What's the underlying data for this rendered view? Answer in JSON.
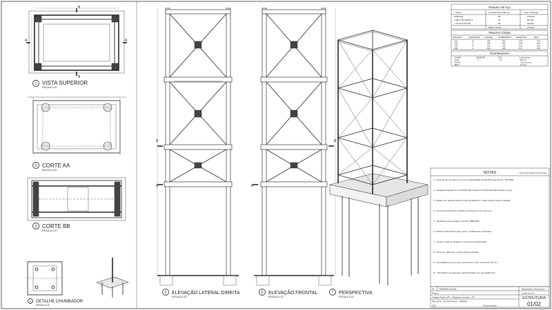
{
  "views": {
    "plan": {
      "title": "VISTA SUPERIOR",
      "number": "1",
      "scale": "ESCALA 1:20"
    },
    "corte_aa": {
      "title": "CORTE AA",
      "number": "2",
      "scale": "ESCALA 1:20"
    },
    "corte_bb": {
      "title": "CORTE BB",
      "number": "3",
      "scale": "ESCALA 1:20"
    },
    "chumbador": {
      "title": "DETALHE CHUMBADOR",
      "number": "4",
      "scale": "ESCALA 1:5"
    },
    "lateral": {
      "title": "ELEVAÇÃO LATERAL DIREITA",
      "number": "5",
      "scale": "ESCALA 1:20"
    },
    "frontal": {
      "title": "ELEVAÇÃO FRONTAL",
      "number": "6",
      "scale": "ESCALA 1:20"
    },
    "perspectiva": {
      "title": "PERSPECTIVA",
      "number": "7",
      "scale": "ESCALA 1:20"
    }
  },
  "section_marks": {
    "a": "A",
    "b": "B"
  },
  "tables": {
    "aco": {
      "title": "Resumo de Aço",
      "headers": [
        "Seção",
        "Comprimento Total (m)",
        "Peso Total (kg)"
      ],
      "rows": [
        [
          "W200X22",
          "66",
          "1320,00"
        ],
        [
          "TUBO 100X100X6,3",
          "44",
          "804,89"
        ],
        [
          "L 76,2X76,2X6,35",
          "86",
          "618,08"
        ]
      ],
      "total_label": "PESO TOTAL",
      "total_value": "2742,97"
    },
    "parafusos": {
      "title": "Resumo Chapa",
      "headers": [
        "PARAFUSO",
        "QUANTIDADE",
        "LARGURA",
        "COMPRIMENTO",
        "ESPESSURA",
        "PESO"
      ],
      "rows": [
        [
          "CH1",
          "16",
          "200",
          "200",
          "6,35",
          "31,9"
        ],
        [
          "CH2",
          "8",
          "300",
          "300",
          "9,53",
          "53,8"
        ],
        [
          "CH3",
          "24",
          "150",
          "150",
          "6,35",
          "26,9"
        ],
        [
          "CH4",
          "4",
          "400",
          "400",
          "12,7",
          "63,8"
        ]
      ]
    },
    "chumbadores": {
      "title": "Chumbadores",
      "headers": [
        "CHUMB.",
        "DIÂMETRO",
        "QTD",
        "Comprimento"
      ],
      "rows": [
        [
          "CH-01",
          "1\"",
          "16",
          "800 mm"
        ],
        [
          "ROSCA",
          "",
          "",
          "6 fios c/ porca"
        ],
        [
          "PESO",
          "",
          "",
          "43,2 kg"
        ]
      ]
    }
  },
  "notes": {
    "title": "NOTAS",
    "subtitle": "*Ultima para todas as estruturas",
    "items": [
      "1 - Perfis de aço formados a frio com especificação ASTM A572 grau 50 (fy = 345 MPa).",
      "2 - Chapas de ligação em aço ASTM A36, parafusos ASTM A325 galvanizados a fogo.",
      "3 - Soldas com eletrodo E70XX conforme AWS D1.1, filete contínuo salvo indicação.",
      "4 - Concreto da base fck ≥ 30 MPa, cobrimento mínimo de 4 cm.",
      "5 - Tolerâncias de montagem conforme NBR 8800.",
      "6 - Pintura: fundo anticorrosivo epóxi + acabamento poliuretano.",
      "7 - Conferir todas as medidas no local antes da fabricação.",
      "8 - Cotas em milímetros, exceto quando indicado.",
      "9 - Chumbadores com porca e contraporca, rosca mínima de 100 mm.",
      "10 - Não utilizar este desenho para fabricação sem aprovação final."
    ]
  },
  "title_block": {
    "revision": "00",
    "revision_desc": "EMISSÃO INICIAL",
    "project_label": "Projeto",
    "client": "Colégio Positivo PR - Plataforma Curitiba - PR",
    "description": "PROJETO: PLANTA BAIXA - TÉRREO",
    "discipline": "ESTRUTURA",
    "sheet_number": "01/02",
    "units": "Cotas em mm",
    "company": "Engenharia e Arquitetura",
    "scale": "Escala Indicada",
    "date": "2022"
  }
}
